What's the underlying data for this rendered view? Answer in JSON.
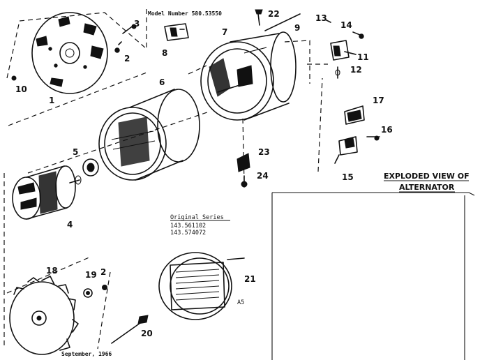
{
  "header": {
    "model_number": "Model Number 580.53550"
  },
  "title": {
    "line1": "EXPLODED VIEW OF",
    "line2": "ALTERNATOR"
  },
  "serial": {
    "heading": "Original Series",
    "line1": "143.561102",
    "line2": "143.574072"
  },
  "date": "September, 1966",
  "code": "A5",
  "callouts": [
    "1",
    "2",
    "3",
    "4",
    "5",
    "6",
    "7",
    "8",
    "9",
    "10",
    "11",
    "12",
    "13",
    "14",
    "15",
    "16",
    "17",
    "18",
    "19",
    "2",
    "20",
    "21",
    "22",
    "23",
    "24"
  ]
}
